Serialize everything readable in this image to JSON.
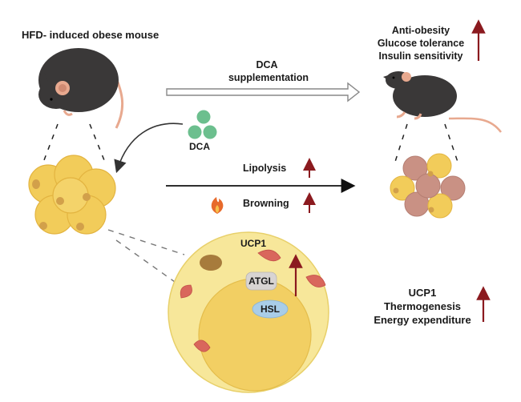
{
  "title": "DCA supplementation in HFD-induced obese mouse",
  "labels": {
    "obese_mouse": "HFD- induced obese mouse",
    "treatment_line1": "DCA",
    "treatment_line2": "supplementation",
    "dca_molecule": "DCA",
    "lipolysis": "Lipolysis",
    "browning": "Browning",
    "outcomes": [
      "Anti-obesity",
      "Glucose tolerance",
      "Insulin sensitivity"
    ],
    "cell_ucp1": "UCP1",
    "cell_atgl": "ATGL",
    "cell_hsl": "HSL",
    "effects": [
      "UCP1",
      "Thermogenesis",
      "Energy expenditure"
    ]
  },
  "indicators": {
    "outcomes": "up",
    "lipolysis": "up",
    "browning": "up",
    "ucp1_in_cell": "up",
    "effects": "up"
  },
  "colors": {
    "up_arrow": "#8b1a1f",
    "mouse_body": "#3a3838",
    "mouse_ear": "#e8a98f",
    "dca_green": "#6cbf8e",
    "white_fat": "#f2cc5a",
    "beige_fat": "#c99184",
    "cell_fill": "#f7e79a",
    "lipid_droplet": "#f2cf63",
    "mitochondria": "#d9675c",
    "nucleus": "#a77b3c",
    "atgl_fill": "#d8d4d2",
    "hsl_fill": "#a9cde8"
  }
}
